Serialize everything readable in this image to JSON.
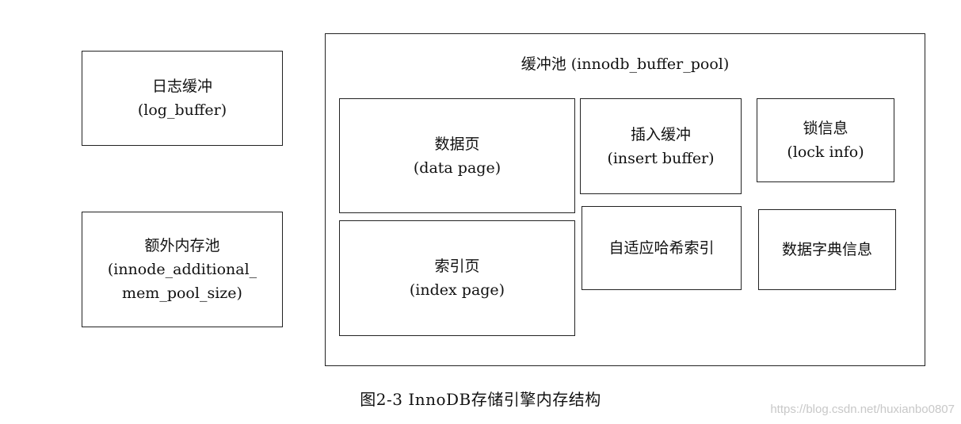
{
  "log_buffer": {
    "line1": "日志缓冲",
    "line2": "(log_buffer)"
  },
  "additional_mem_pool": {
    "line1": "额外内存池",
    "line2": "(innode_additional_",
    "line3": "mem_pool_size)"
  },
  "buffer_pool": {
    "title": "缓冲池 (innodb_buffer_pool)",
    "data_page": {
      "line1": "数据页",
      "line2": "(data page)"
    },
    "index_page": {
      "line1": "索引页",
      "line2": "(index page)"
    },
    "insert_buffer": {
      "line1": "插入缓冲",
      "line2": "(insert buffer)"
    },
    "lock_info": {
      "line1": "锁信息",
      "line2": "(lock info)"
    },
    "adaptive_hash_index": {
      "label": "自适应哈希索引"
    },
    "data_dictionary": {
      "label": "数据字典信息"
    }
  },
  "caption": "图2-3 InnoDB存储引擎内存结构",
  "watermark": "https://blog.csdn.net/huxianbo0807"
}
